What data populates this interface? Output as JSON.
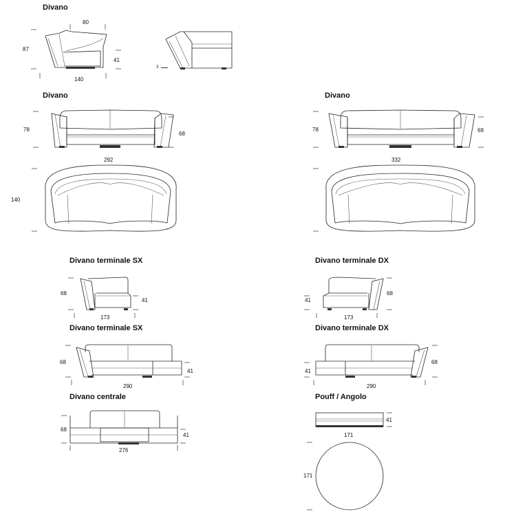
{
  "sections": {
    "top_title": "Divano",
    "sofa_292_title": "Divano",
    "sofa_332_title": "Divano",
    "terminale_sx_small_title": "Divano terminale SX",
    "terminale_dx_small_title": "Divano terminale DX",
    "terminale_sx_large_title": "Divano terminale SX",
    "terminale_dx_large_title": "Divano terminale DX",
    "centrale_title": "Divano centrale",
    "pouff_title": "Pouff / Angolo"
  },
  "dims": {
    "armchair_width": "80",
    "armchair_height": "87",
    "armchair_seat": "41",
    "armchair_depth": "140",
    "armchair_back_label": "3",
    "sofa292_back_height": "78",
    "sofa292_arm_height": "68",
    "sofa292_width": "292",
    "sofa292_depth": "140",
    "sofa332_back_height": "78",
    "sofa332_arm_height": "68",
    "sofa332_width": "332",
    "sx_small_height": "68",
    "sx_small_seat": "41",
    "sx_small_width": "173",
    "dx_small_height": "68",
    "dx_small_seat": "41",
    "dx_small_width": "173",
    "sx_large_height": "68",
    "sx_large_seat": "41",
    "sx_large_width": "290",
    "dx_large_height": "68",
    "dx_large_seat": "41",
    "dx_large_width": "290",
    "centrale_height": "68",
    "centrale_seat": "41",
    "centrale_width": "276",
    "pouff_height": "41",
    "pouff_width": "171",
    "pouff_diameter": "171"
  }
}
